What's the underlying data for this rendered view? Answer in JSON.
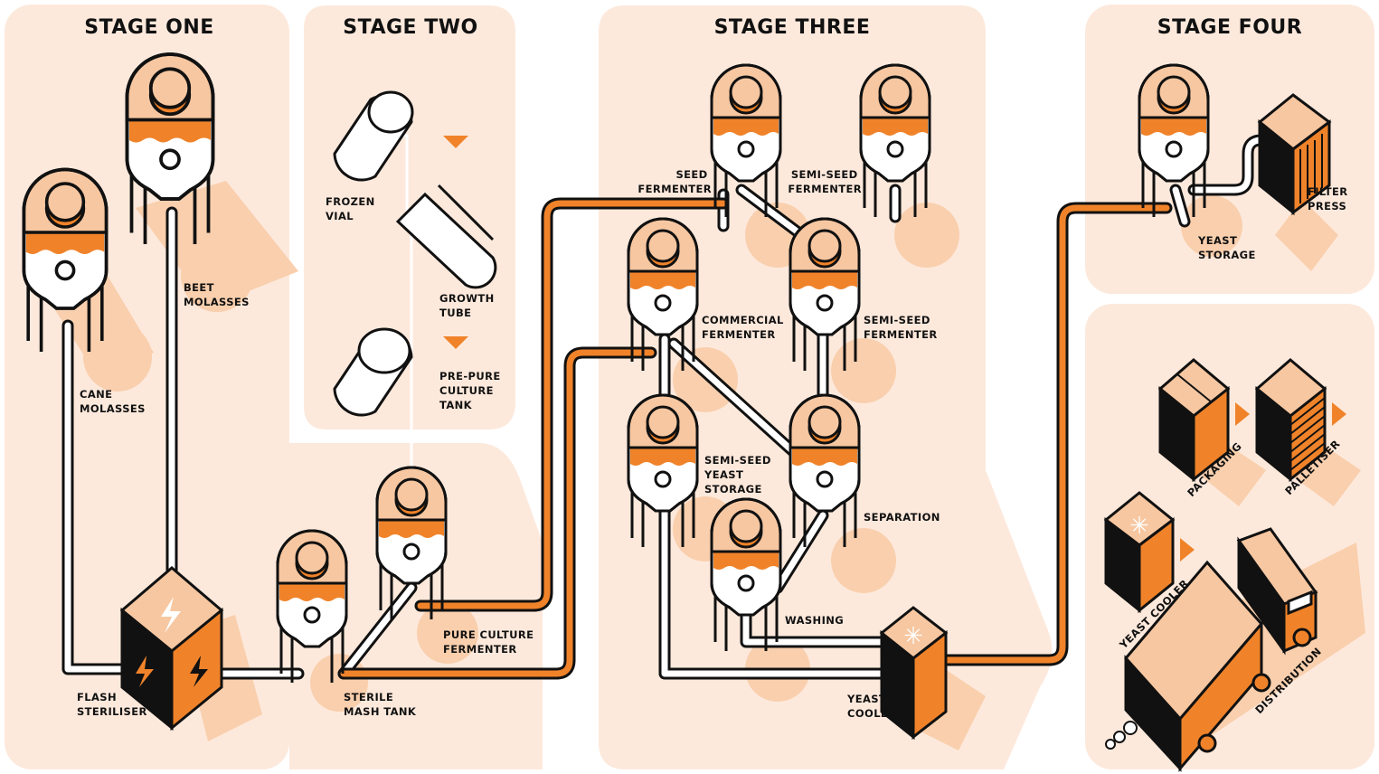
{
  "colors": {
    "panel": "#fde9dc",
    "shadow": "#f9cfad",
    "tank_top": "#f7c7a1",
    "orange": "#f0832a",
    "ink": "#111111",
    "white": "#ffffff"
  },
  "stages": {
    "one": "STAGE ONE",
    "two": "STAGE TWO",
    "three": "STAGE THREE",
    "four": "STAGE FOUR"
  },
  "labels": {
    "beet_molasses": [
      "BEET",
      "MOLASSES"
    ],
    "cane_molasses": [
      "CANE",
      "MOLASSES"
    ],
    "flash_steriliser": [
      "FLASH",
      "STERILISER"
    ],
    "frozen_vial": [
      "FROZEN",
      "VIAL"
    ],
    "growth_tube": [
      "GROWTH",
      "TUBE"
    ],
    "pre_pure_culture_tank": [
      "PRE-PURE",
      "CULTURE",
      "TANK"
    ],
    "sterile_mash_tank": [
      "STERILE",
      "MASH TANK"
    ],
    "pure_culture_fermenter": [
      "PURE CULTURE",
      "FERMENTER"
    ],
    "seed_fermenter": [
      "SEED",
      "FERMENTER"
    ],
    "semi_seed_fermenter_top": [
      "SEMI-SEED",
      "FERMENTER"
    ],
    "commercial_fermenter": [
      "COMMERCIAL",
      "FERMENTER"
    ],
    "semi_seed_fermenter_mid": [
      "SEMI-SEED",
      "FERMENTER"
    ],
    "semi_seed_yeast_storage": [
      "SEMI-SEED",
      "YEAST",
      "STORAGE"
    ],
    "separation": [
      "SEPARATION"
    ],
    "washing": [
      "WASHING"
    ],
    "yeast_cooler_stage3": [
      "YEAST",
      "COOLER"
    ],
    "yeast_storage": [
      "YEAST",
      "STORAGE"
    ],
    "filter_press": [
      "FILTER",
      "PRESS"
    ],
    "packaging": "PACKAGING",
    "palletiser": "PALLETISER",
    "yeast_cooler_stage4": "YEAST COOLER",
    "distribution": "DISTRIBUTION"
  },
  "icons": [
    "tank-icon",
    "vial-icon",
    "tube-icon",
    "bolt-icon",
    "snowflake-icon",
    "box-icon",
    "pallet-icon",
    "truck-icon",
    "filter-press-icon",
    "arrow-icon"
  ]
}
